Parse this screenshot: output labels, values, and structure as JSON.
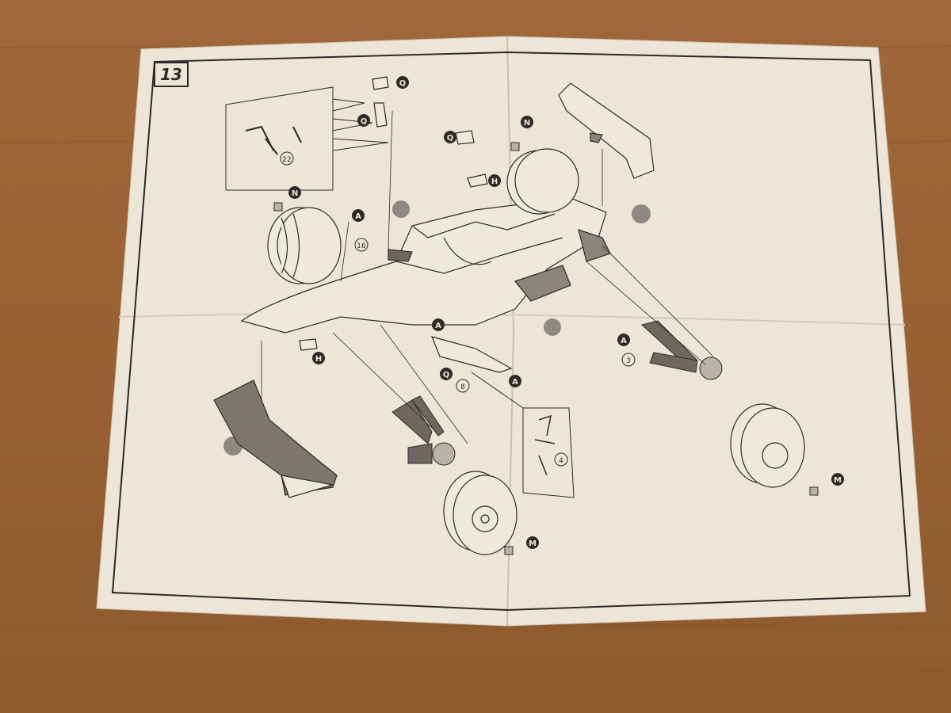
{
  "step": {
    "number": "13"
  },
  "labels": {
    "q_top": "Q",
    "q_mid": "Q",
    "q_center": "Q",
    "n_rear": "N",
    "n_front": "N",
    "h_top": "H",
    "h_front": "H",
    "a_nose": "A",
    "a_side": "A",
    "a_rear": "A",
    "a_lower": "A",
    "q_lower": "Q",
    "m_front": "M",
    "m_rear": "M"
  },
  "callouts": {
    "c22": "22",
    "c16": "16",
    "c8": "8",
    "c3": "3",
    "c4": "4"
  },
  "colors": {
    "paper": "#ede6d8",
    "wood": "#9a6334",
    "ink": "#2d2a27",
    "shade": "#6e6760"
  }
}
